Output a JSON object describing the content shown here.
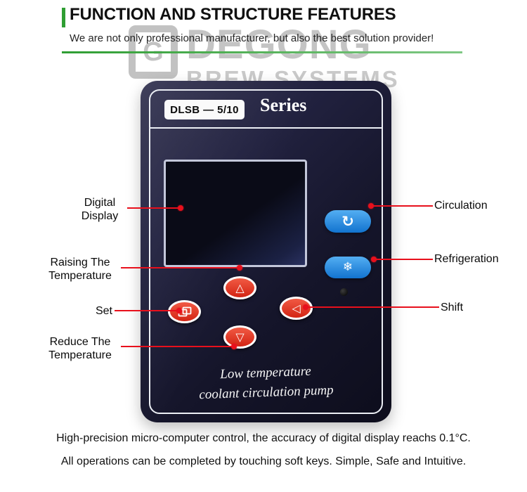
{
  "header": {
    "title": "FUNCTION AND STRUCTURE FEATURES",
    "subtitle": "We are not only professional manufacturer, but also the best solution provider!"
  },
  "watermark": {
    "logo_letter": "G",
    "brand": "DEGONG",
    "subbrand": "BREW SYSTEMS"
  },
  "panel": {
    "model": "DLSB — 5/10",
    "series": "Series",
    "caption_line1": "Low temperature",
    "caption_line2": "coolant circulation pump"
  },
  "buttons": {
    "up_icon": "△",
    "down_icon": "▽",
    "shift_icon": "◁",
    "circulation_icon": "↻",
    "snowflake_icon": "❄"
  },
  "callouts": {
    "digital_display": "Digital Display",
    "raising_temperature": "Raising The Temperature",
    "set": "Set",
    "reduce_temperature": "Reduce The Temperature",
    "circulation": "Circulation",
    "refrigeration": "Refrigeration",
    "shift": "Shift"
  },
  "footer": {
    "line1": "High-precision micro-computer control, the accuracy of digital display reachs 0.1°C.",
    "line2": "All operations can be completed by touching soft keys. Simple, Safe and Intuitive."
  },
  "colors": {
    "accent_green": "#2f9e33",
    "panel_navy": "#15152a",
    "button_red": "#d92b18",
    "button_blue": "#1e84dd",
    "callout_red": "#e8101c"
  }
}
